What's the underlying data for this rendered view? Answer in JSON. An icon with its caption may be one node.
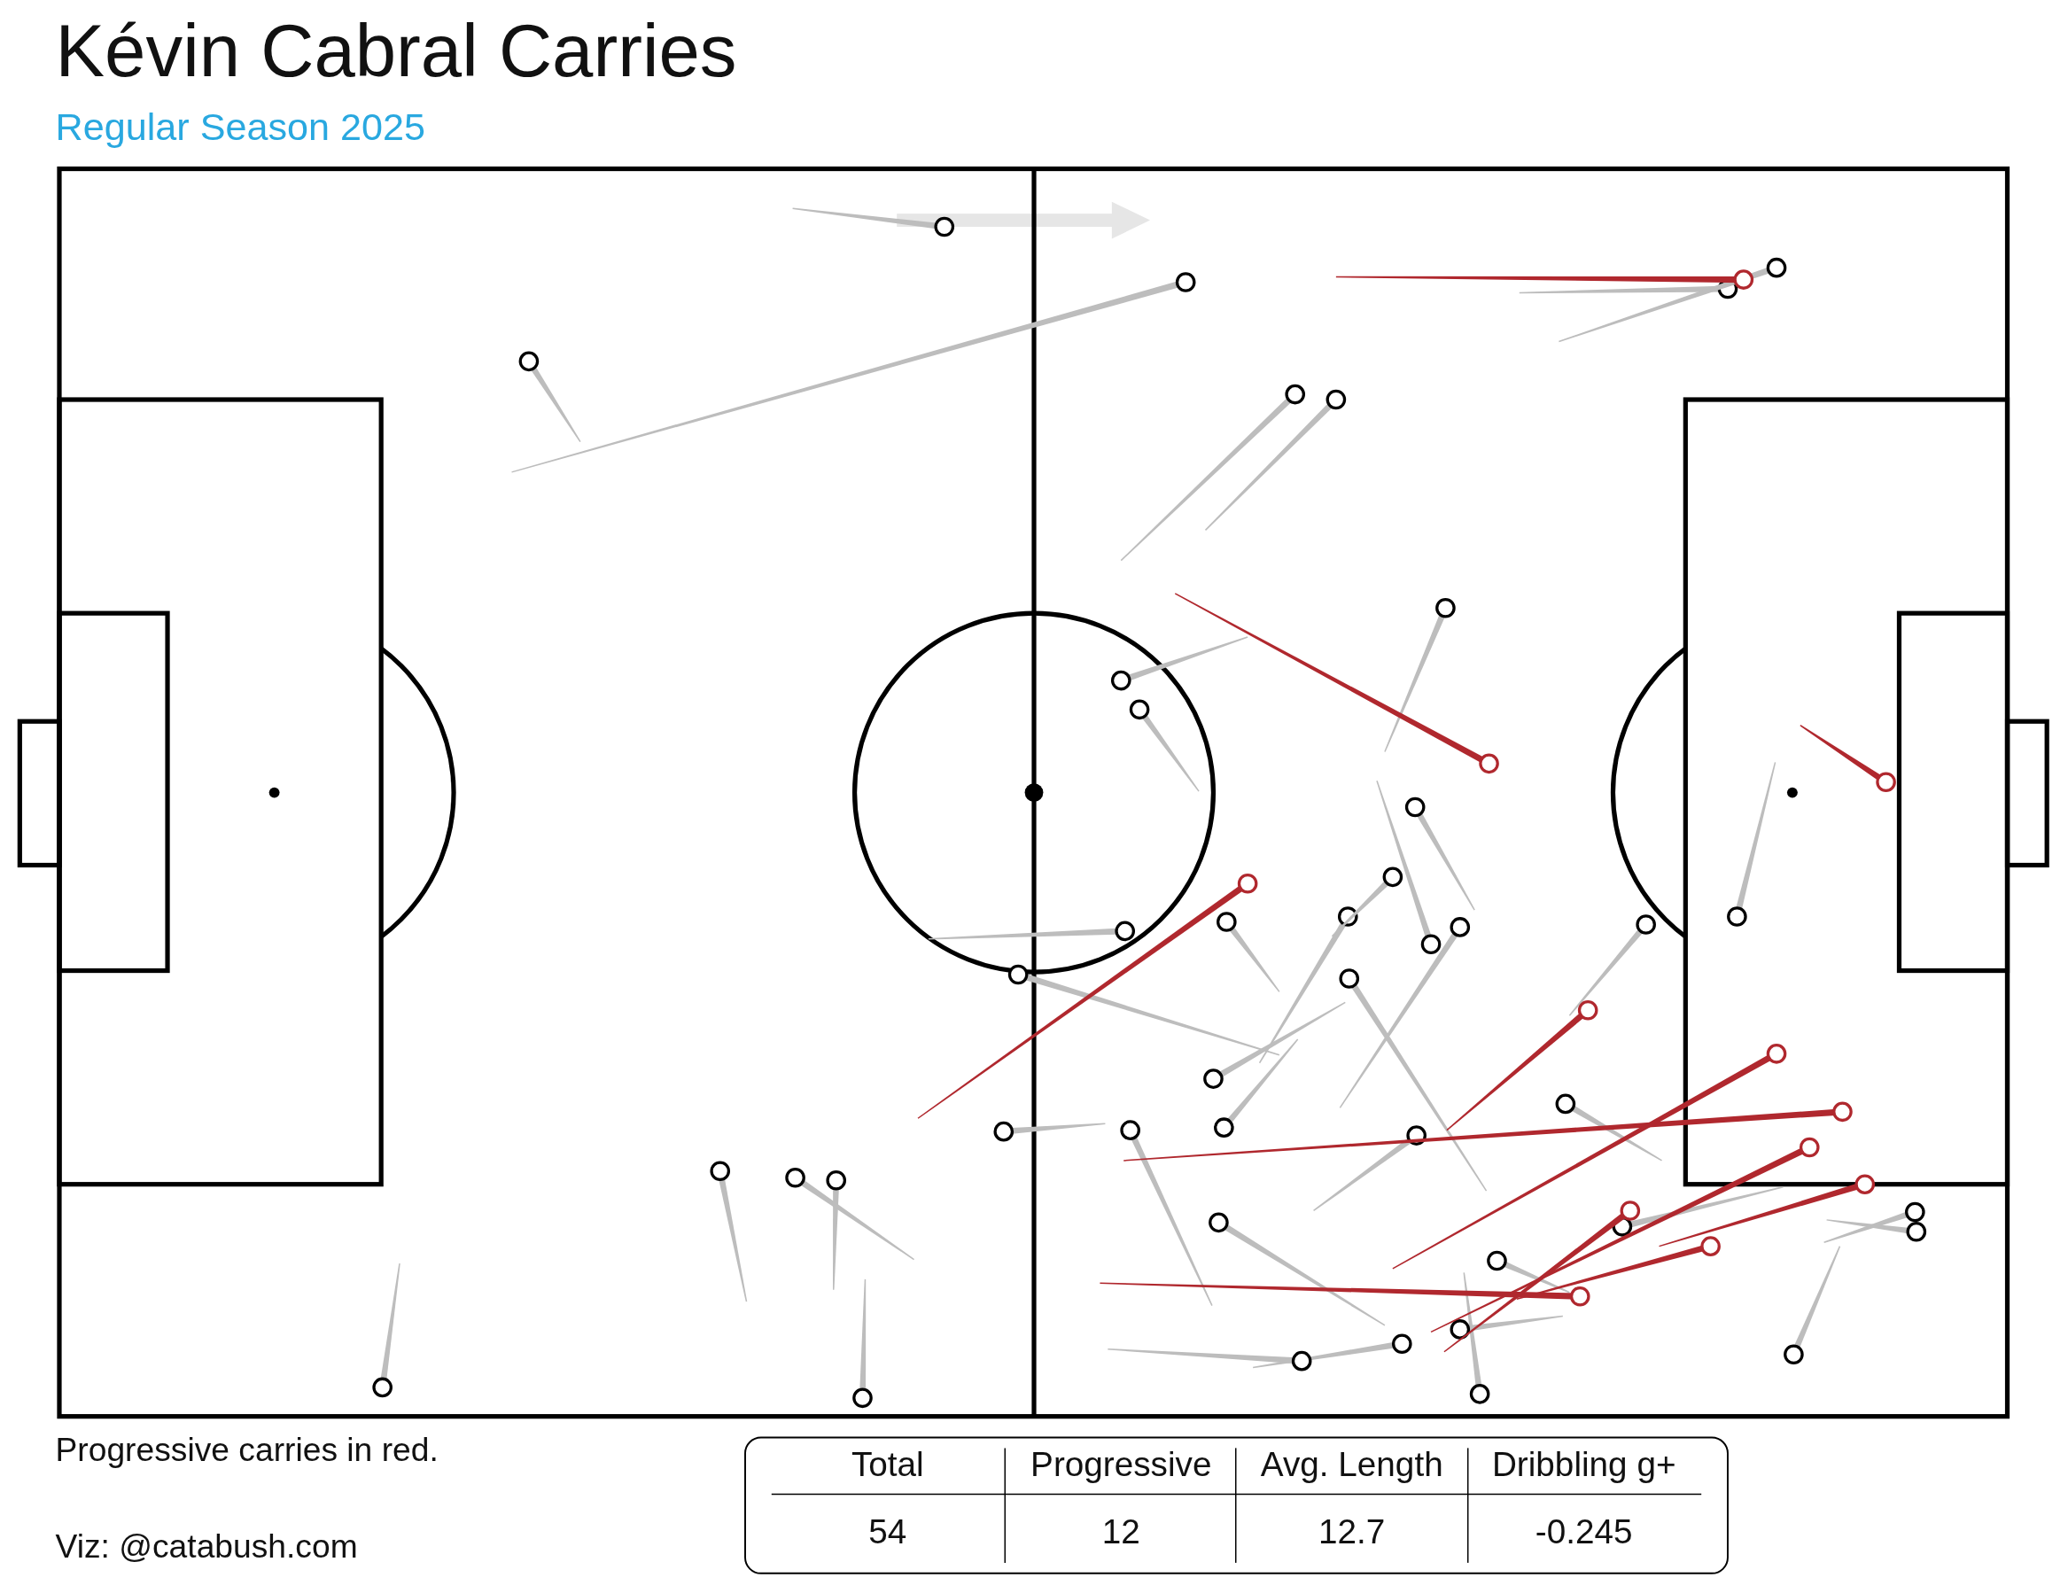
{
  "diagram": {
    "title": "Kévin Cabral Carries",
    "labels": [
      "Regular Season 2025",
      "Progressive carries in red.",
      "Viz: @catabush.com",
      "Total",
      "Progressive",
      "Avg. Length",
      "Dribbling g+",
      "54",
      "12",
      "12.7",
      "-0.245"
    ]
  }
}
